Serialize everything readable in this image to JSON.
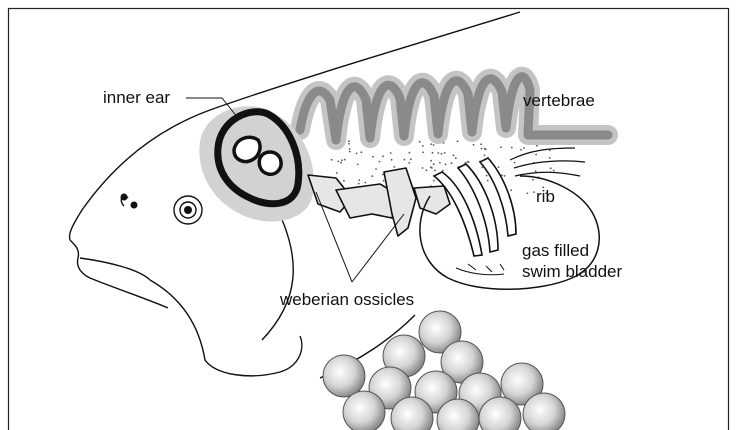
{
  "labels": {
    "inner_ear": "inner ear",
    "vertebrae": "vertebrae",
    "rib": "rib",
    "swim_bladder_line1": "gas filled",
    "swim_bladder_line2": "swim bladder",
    "weberian_ossicles": "weberian ossicles"
  }
}
